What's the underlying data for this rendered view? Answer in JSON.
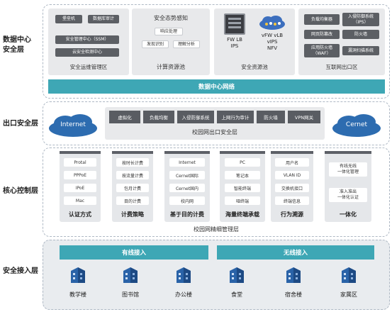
{
  "layers": {
    "dc_label": "数据中心\n安全层",
    "exit_label": "出口安全层",
    "core_label": "核心控制层",
    "access_label": "安全接入层"
  },
  "dc": {
    "ops": {
      "title": "安全运维管理区",
      "buttons": [
        "堡垒机",
        "数据库审计",
        "安全管理中心（SSM）",
        "云安全检测中心"
      ]
    },
    "compute": {
      "title": "计算资源池",
      "header": "安全态势感知",
      "buttons": [
        "响应处理",
        "发现识别",
        "理解分析"
      ]
    },
    "resource": {
      "title": "安全资源池",
      "left_text": "FW   LB\nIPS",
      "right_text": "vFW vLB\nvIPS\nNFV"
    },
    "internet_exit": {
      "title": "互联网出口区",
      "buttons": [
        "负载均衡器",
        "入侵防御系统（IPS）",
        "网页防篡改",
        "防火墙",
        "应用防火墙（WAF）",
        "漏洞扫描系统"
      ]
    },
    "network_bar": "数据中心网络"
  },
  "exit": {
    "cloud_left": "Internet",
    "cloud_right": "Cernet",
    "buttons": [
      "虚拟化",
      "负载均衡",
      "入侵防御系统",
      "上网行为审计",
      "防火墙",
      "VPN网关"
    ],
    "title": "校园网出口安全层"
  },
  "core": {
    "columns": [
      {
        "title": "认证方式",
        "items": [
          "Protal",
          "PPPoE",
          "IPoE",
          "Mac"
        ]
      },
      {
        "title": "计费策略",
        "items": [
          "按时长计费",
          "按流量计费",
          "包月计费",
          "目的计费"
        ]
      },
      {
        "title": "基于目的计费",
        "items": [
          "Internet",
          "Cernet国际",
          "Cernet国内",
          "校内网"
        ]
      },
      {
        "title": "海量终端承载",
        "items": [
          "PC",
          "笔记本",
          "智能终端",
          "哑终端"
        ]
      },
      {
        "title": "行为溯源",
        "items": [
          "用户名",
          "VLAN ID",
          "交换机接口",
          "终端信息"
        ]
      },
      {
        "title": "一体化",
        "items": [
          "有线无线\n一体化管理",
          "准入准出\n一体化认证"
        ]
      }
    ],
    "footer": "校园网精细管理层"
  },
  "access": {
    "wired": "有线接入",
    "wireless": "无线接入",
    "buildings": [
      "教学楼",
      "图书馆",
      "办公楼",
      "食堂",
      "宿舍楼",
      "家属区"
    ]
  },
  "colors": {
    "teal": "#3ea7b5",
    "dark_button": "#5c5f64",
    "cloud": "#2d6cb0",
    "building": "#2a63a8"
  }
}
